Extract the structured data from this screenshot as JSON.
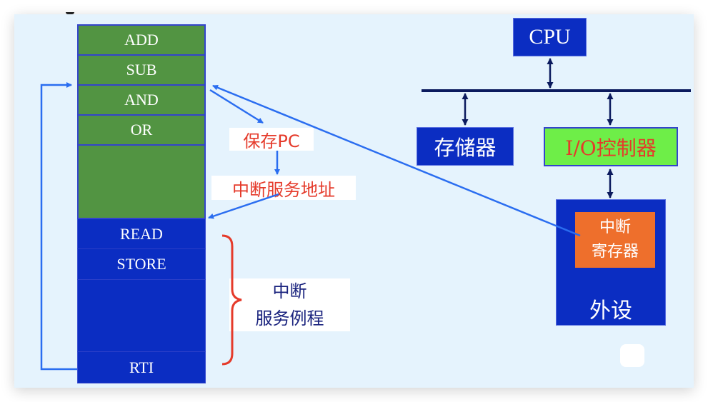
{
  "program_stack": {
    "main_program_cells": [
      {
        "label": "ADD"
      },
      {
        "label": "SUB"
      },
      {
        "label": "AND"
      },
      {
        "label": "OR"
      },
      {
        "label": ""
      }
    ],
    "service_routine_cells": [
      {
        "label": "READ"
      },
      {
        "label": "STORE"
      },
      {
        "label": ""
      },
      {
        "label": "RTI"
      }
    ]
  },
  "annotations": {
    "save_pc": "保存PC",
    "interrupt_service_address": "中断服务地址",
    "service_routine_line1": "中断",
    "service_routine_line2": "服务例程"
  },
  "system": {
    "cpu": "CPU",
    "memory": "存储器",
    "io_controller": "I/O控制器",
    "interrupt_register_line1": "中断",
    "interrupt_register_line2": "寄存器",
    "peripheral": "外设"
  },
  "colors": {
    "main_program": "#529442",
    "service_routine": "#0b2dc2",
    "io_controller": "#6eee48",
    "interrupt_register": "#ee6f2c",
    "flow_arrow": "#2a6df0",
    "bus": "#0b1a5e",
    "brace": "#e53a2a"
  }
}
